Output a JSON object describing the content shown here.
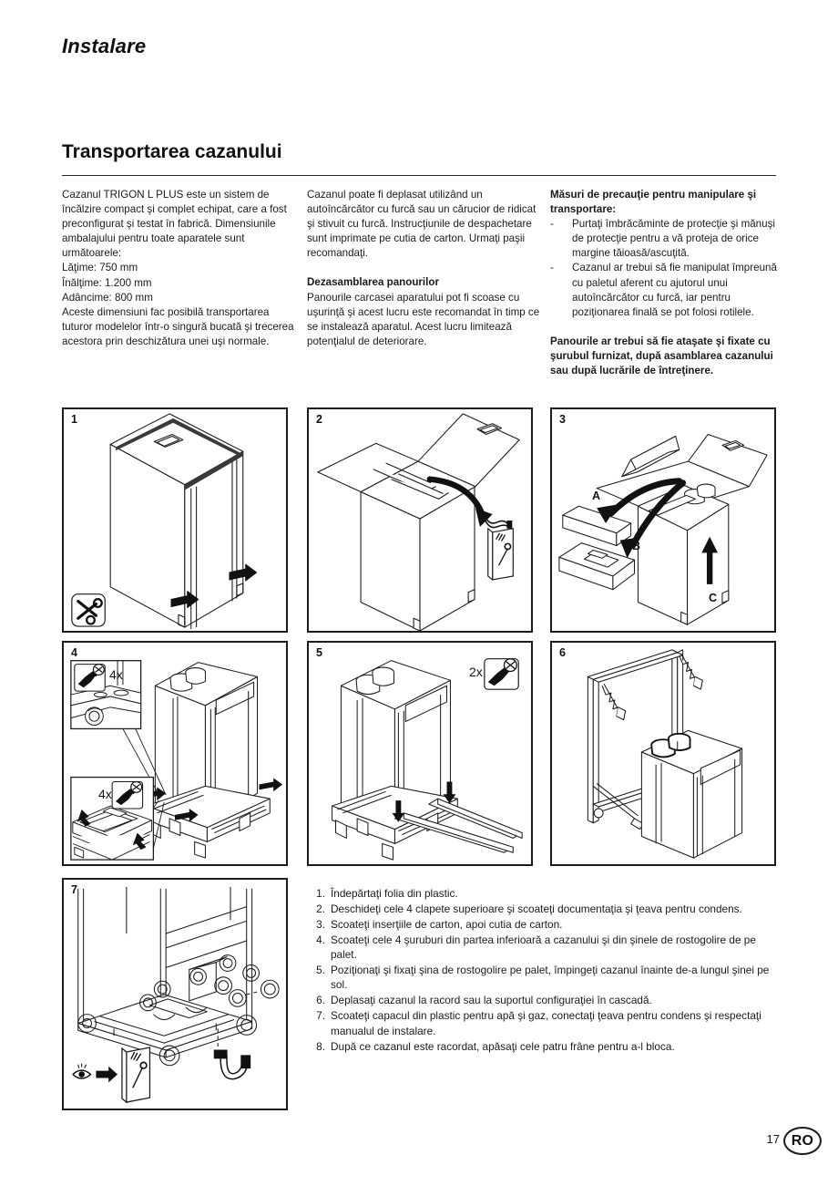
{
  "document": {
    "chapter_title": "Instalare",
    "section_title": "Transportarea cazanului",
    "page_number": "17",
    "language_badge": "RO"
  },
  "columns": {
    "col1": {
      "paragraph1": "Cazanul TRIGON L PLUS este un sistem de încălzire compact şi complet echipat, care a fost preconfigurat şi testat în fabrică. Dimensiunile ambalajului pentru toate aparatele sunt următoarele:",
      "dim_width": "Lăţime: 750 mm",
      "dim_height": "Înălţime: 1.200 mm",
      "dim_depth": "Adâncime: 800 mm",
      "paragraph2": "Aceste dimensiuni fac posibilă transportarea tuturor modelelor într-o singură bucată şi trecerea acestora prin deschizătura unei uşi normale."
    },
    "col2": {
      "paragraph1": "Cazanul poate fi deplasat utilizând un autoîncărcător cu furcă sau un cărucior de ridicat şi stivuit cu furcă. Instrucţiunile de despachetare sunt imprimate pe cutia de carton. Urmaţi paşii recomandaţi.",
      "subheading": "Dezasamblarea panourilor",
      "paragraph2": "Panourile carcasei aparatului pot fi scoase cu uşurinţă şi acest lucru este recomandat în timp ce se instalează aparatul. Acest lucru limitează potenţialul de deteriorare."
    },
    "col3": {
      "heading": "Măsuri de precauţie pentru manipulare şi transportare:",
      "bullets": [
        "Purtaţi îmbrăcăminte de protecţie şi mănuşi de protecţie pentru a vă proteja de orice margine tăioasă/ascuţită.",
        "Cazanul ar trebui să fie manipulat împreună cu paletul aferent cu ajutorul unui autoîncărcător cu furcă, iar pentru poziţionarea finală se pot folosi rotilele."
      ],
      "bullet_marker": "-",
      "note": "Panourile ar trebui să fie ataşate şi fixate cu şurubul furnizat, după asamblarea cazanului sau după lucrările de întreţinere."
    }
  },
  "panels": [
    {
      "number": "1",
      "icon": "scissors-icon",
      "labels": []
    },
    {
      "number": "2",
      "icon": "manual-booklet-icon",
      "labels": []
    },
    {
      "number": "3",
      "icon": "",
      "labels": [
        "A",
        "B",
        "C"
      ]
    },
    {
      "number": "4",
      "icon": "screwdriver-screw-icon",
      "labels": [],
      "quantities": [
        "4x",
        "4x"
      ]
    },
    {
      "number": "5",
      "icon": "screwdriver-screw-icon",
      "labels": [],
      "quantities": [
        "2x"
      ]
    },
    {
      "number": "6",
      "icon": "",
      "labels": []
    },
    {
      "number": "7",
      "icon": "eye-arrow-manual-icon",
      "labels": []
    }
  ],
  "steps": [
    {
      "n": "1.",
      "text": "Îndepărtaţi folia din plastic."
    },
    {
      "n": "2.",
      "text": "Deschideţi cele 4 clapete superioare şi scoateţi documentaţia şi ţeava pentru condens."
    },
    {
      "n": "3.",
      "text": "Scoateţi inserţiile de carton, apoi cutia de carton."
    },
    {
      "n": "4.",
      "text": "Scoateţi cele 4 şuruburi din partea inferioară a cazanului şi din şinele de rostogolire de pe palet."
    },
    {
      "n": "5.",
      "text": "Poziţionaţi şi fixaţi şina de rostogolire pe palet, împingeţi cazanul înainte de-a lungul şinei pe sol."
    },
    {
      "n": "6.",
      "text": "Deplasaţi cazanul la racord sau la suportul configuraţiei în cascadă."
    },
    {
      "n": "7.",
      "text": "Scoateţi capacul din plastic pentru apă şi gaz, conectaţi ţeava pentru condens şi respectaţi manualul de instalare."
    },
    {
      "n": "8.",
      "text": "După ce cazanul este racordat, apăsaţi cele patru frâne pentru a-l bloca."
    }
  ],
  "colors": {
    "ink": "#1a1a1a",
    "line": "#2b2b2b",
    "panel_border": "#1b1b1b"
  }
}
